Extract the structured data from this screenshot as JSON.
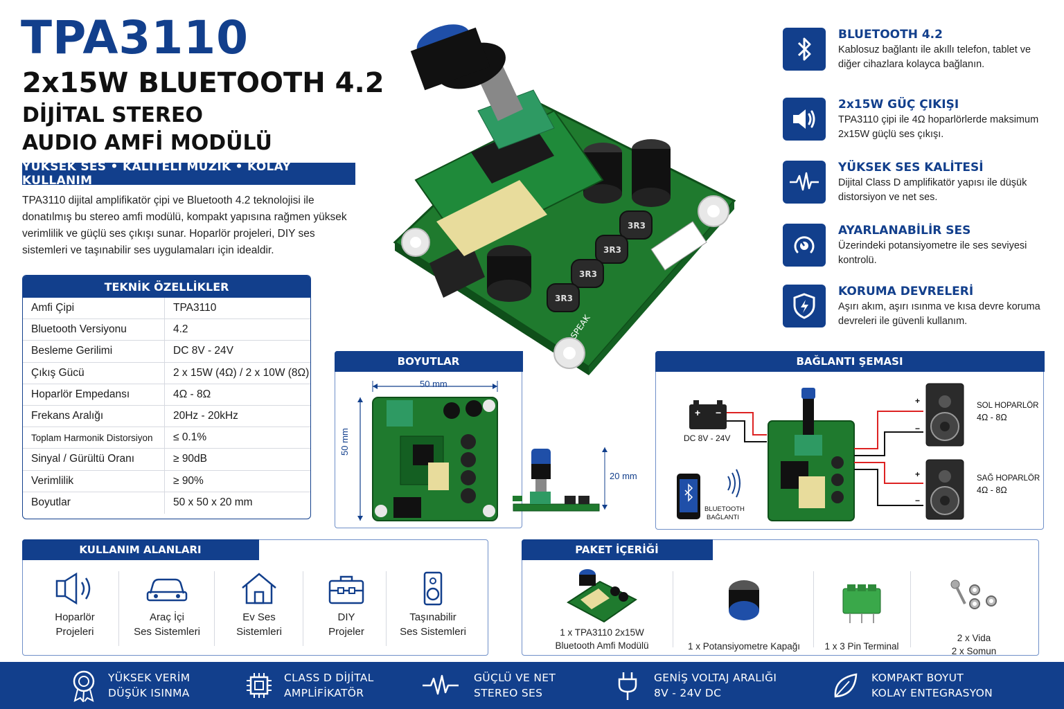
{
  "header": {
    "title": "TPA3110",
    "subtitle1": "2x15W BLUETOOTH 4.2",
    "subtitle2": "DİJİTAL STEREO",
    "subtitle3": "AUDIO AMFİ MODÜLÜ",
    "tagline": "YÜKSEK SES • KALİTELİ MÜZİK • KOLAY KULLANIM",
    "intro": "TPA3110 dijital amplifikatör çipi ve Bluetooth 4.2 teknolojisi ile donatılmış bu stereo amfi modülü, kompakt yapısına rağmen yüksek verimlilik ve güçlü ses çıkışı sunar. Hoparlör projeleri, DIY ses sistemleri ve taşınabilir ses uygulamaları için idealdir."
  },
  "specs": {
    "title": "TEKNİK ÖZELLİKLER",
    "rows": [
      {
        "k": "Amfi Çipi",
        "v": "TPA3110"
      },
      {
        "k": "Bluetooth Versiyonu",
        "v": "4.2"
      },
      {
        "k": "Besleme Gerilimi",
        "v": "DC 8V - 24V"
      },
      {
        "k": "Çıkış Gücü",
        "v": "2 x 15W (4Ω) / 2 x 10W (8Ω)"
      },
      {
        "k": "Hoparlör Empedansı",
        "v": "4Ω - 8Ω"
      },
      {
        "k": "Frekans Aralığı",
        "v": "20Hz - 20kHz"
      },
      {
        "k": "Toplam Harmonik Distorsiyon",
        "v": "≤ 0.1%"
      },
      {
        "k": "Sinyal / Gürültü Oranı",
        "v": "≥ 90dB"
      },
      {
        "k": "Verimlilik",
        "v": "≥ 90%"
      },
      {
        "k": "Boyutlar",
        "v": "50 x 50 x 20 mm"
      }
    ]
  },
  "features": [
    {
      "title": "BLUETOOTH 4.2",
      "desc": "Kablosuz bağlantı ile akıllı telefon, tablet ve diğer cihazlara kolayca bağlanın.",
      "icon": "bluetooth-icon"
    },
    {
      "title": "2x15W GÜÇ ÇIKIŞI",
      "desc": "TPA3110 çipi ile 4Ω hoparlörlerde maksimum 2x15W güçlü ses çıkışı.",
      "icon": "speaker-icon"
    },
    {
      "title": "YÜKSEK SES KALİTESİ",
      "desc": "Dijital Class D amplifikatör yapısı ile düşük distorsiyon ve net ses.",
      "icon": "waveform-icon"
    },
    {
      "title": "AYARLANABİLİR SES",
      "desc": "Üzerindeki potansiyometre ile ses seviyesi kontrolü.",
      "icon": "knob-icon"
    },
    {
      "title": "KORUMA DEVRELERİ",
      "desc": "Aşırı akım, aşırı ısınma ve kısa devre koruma devreleri ile güvenli kullanım.",
      "icon": "shield-icon"
    }
  ],
  "dims": {
    "title": "BOYUTLAR",
    "width": "50 mm",
    "height": "50 mm",
    "depth": "20 mm"
  },
  "conn": {
    "title": "BAĞLANTI ŞEMASI",
    "power": "DC 8V - 24V",
    "bt_line1": "BLUETOOTH",
    "bt_line2": "BAĞLANTI",
    "left_name": "SOL HOPARLÖR",
    "left_imp": "4Ω - 8Ω",
    "right_name": "SAĞ HOPARLÖR",
    "right_imp": "4Ω - 8Ω",
    "plus": "+",
    "minus": "−"
  },
  "usage": {
    "title": "KULLANIM ALANLARI",
    "items": [
      {
        "l1": "Hoparlör",
        "l2": "Projeleri"
      },
      {
        "l1": "Araç İçi",
        "l2": "Ses Sistemleri"
      },
      {
        "l1": "Ev Ses",
        "l2": "Sistemleri"
      },
      {
        "l1": "DIY",
        "l2": "Projeler"
      },
      {
        "l1": "Taşınabilir",
        "l2": "Ses Sistemleri"
      }
    ]
  },
  "pack": {
    "title": "PAKET İÇERİĞİ",
    "items": [
      {
        "l1": "1 x TPA3110 2x15W",
        "l2": "Bluetooth Amfi Modülü"
      },
      {
        "l1": "1 x Potansiyometre Kapağı",
        "l2": ""
      },
      {
        "l1": "1 x 3 Pin Terminal",
        "l2": ""
      },
      {
        "l1": "2 x Vida",
        "l2": "2 x Somun"
      }
    ]
  },
  "footer": [
    {
      "l1": "YÜKSEK VERİM",
      "l2": "DÜŞÜK ISINMA"
    },
    {
      "l1": "CLASS D DİJİTAL",
      "l2": "AMPLİFİKATÖR"
    },
    {
      "l1": "GÜÇLÜ VE NET",
      "l2": "STEREO SES"
    },
    {
      "l1": "GENİŞ VOLTAJ ARALIĞI",
      "l2": "8V - 24V DC"
    },
    {
      "l1": "KOMPAKT BOYUT",
      "l2": "KOLAY ENTEGRASYON"
    }
  ],
  "board_labels": {
    "inductor": "3R3",
    "speak": "SPEAK"
  }
}
